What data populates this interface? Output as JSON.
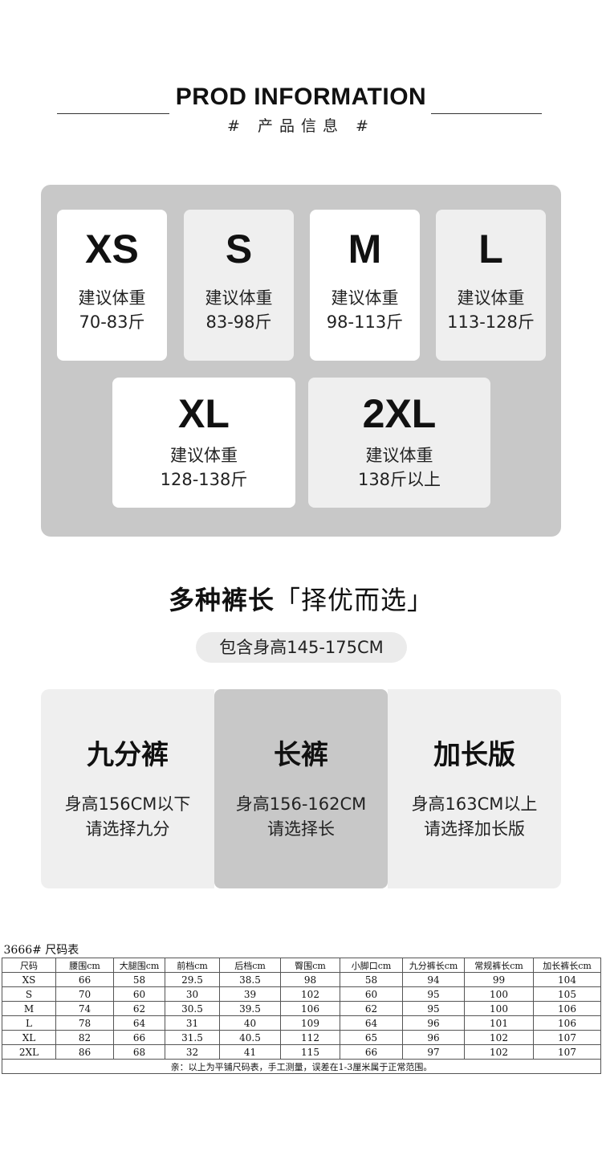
{
  "header": {
    "title": "PROD INFORMATION",
    "subtitle": "# 产品信息 #"
  },
  "sizes": [
    {
      "size": "XS",
      "label": "建议体重",
      "range": "70-83斤"
    },
    {
      "size": "S",
      "label": "建议体重",
      "range": "83-98斤"
    },
    {
      "size": "M",
      "label": "建议体重",
      "range": "98-113斤"
    },
    {
      "size": "L",
      "label": "建议体重",
      "range": "113-128斤"
    },
    {
      "size": "XL",
      "label": "建议体重",
      "range": "128-138斤"
    },
    {
      "size": "2XL",
      "label": "建议体重",
      "range": "138斤以上"
    }
  ],
  "lengths": {
    "title_bold": "多种裤长",
    "title_thin": "「择优而选」",
    "pill": "包含身高145-175CM",
    "options": [
      {
        "name": "九分裤",
        "line1": "身高156CM以下",
        "line2": "请选择九分"
      },
      {
        "name": "长裤",
        "line1": "身高156-162CM",
        "line2": "请选择长"
      },
      {
        "name": "加长版",
        "line1": "身高163CM以上",
        "line2": "请选择加长版"
      }
    ]
  },
  "table": {
    "caption": "3666# 尺码表",
    "headers": [
      "尺码",
      "腰围cm",
      "大腿围cm",
      "前档cm",
      "后档cm",
      "臀围cm",
      "小脚口cm",
      "九分裤长cm",
      "常规裤长cm",
      "加长裤长cm"
    ],
    "rows": [
      [
        "XS",
        "66",
        "58",
        "29.5",
        "38.5",
        "98",
        "58",
        "94",
        "99",
        "104"
      ],
      [
        "S",
        "70",
        "60",
        "30",
        "39",
        "102",
        "60",
        "95",
        "100",
        "105"
      ],
      [
        "M",
        "74",
        "62",
        "30.5",
        "39.5",
        "106",
        "62",
        "95",
        "100",
        "106"
      ],
      [
        "L",
        "78",
        "64",
        "31",
        "40",
        "109",
        "64",
        "96",
        "101",
        "106"
      ],
      [
        "XL",
        "82",
        "66",
        "31.5",
        "40.5",
        "112",
        "65",
        "96",
        "102",
        "107"
      ],
      [
        "2XL",
        "86",
        "68",
        "32",
        "41",
        "115",
        "66",
        "97",
        "102",
        "107"
      ]
    ],
    "note": "亲：以上为平铺尺码表，手工测量，误差在1-3厘米属于正常范围。"
  }
}
